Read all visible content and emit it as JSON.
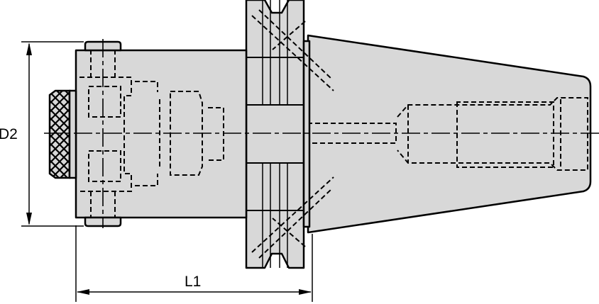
{
  "drawing": {
    "type": "technical-drawing",
    "subject": "Tool holder side view (taper shank adapter with knurled nut)",
    "background": "#ffffff",
    "fill_color": "#d8d8d8",
    "line_color": "#000000"
  },
  "dimensions": {
    "diameter": {
      "label": "D2"
    },
    "length": {
      "label": "L1"
    }
  }
}
